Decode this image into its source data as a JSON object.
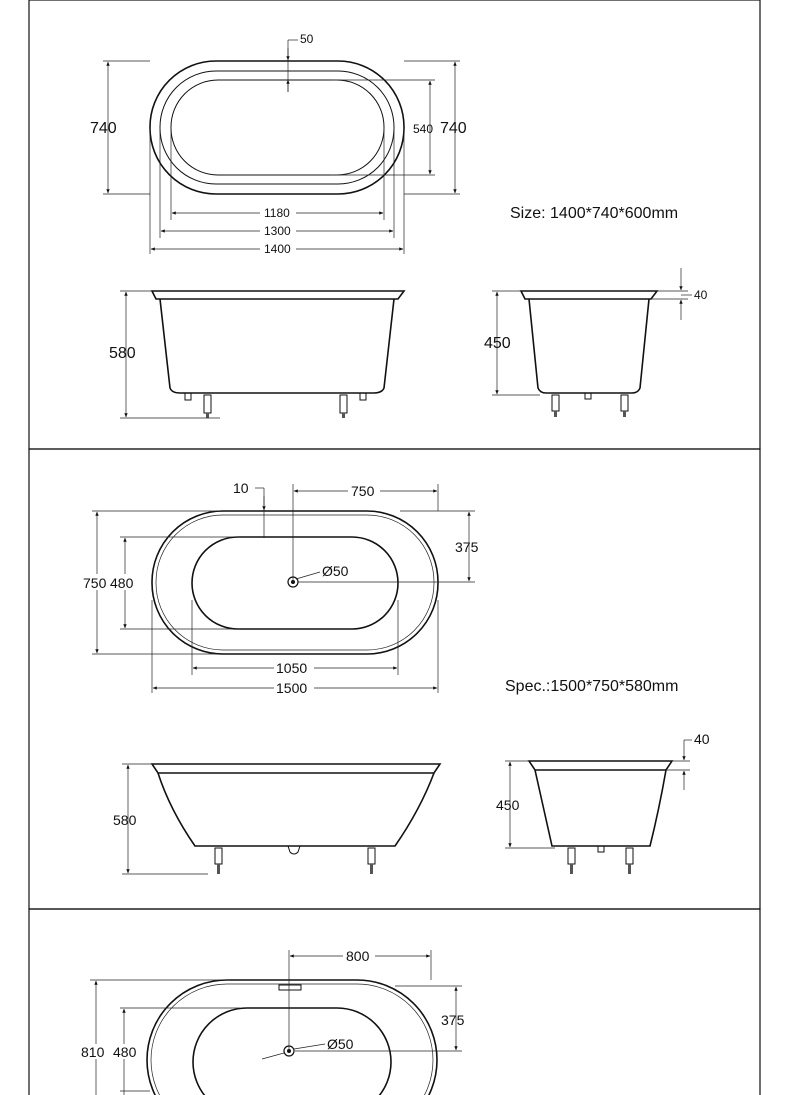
{
  "colors": {
    "line": "#111111",
    "background": "#ffffff",
    "leg": "#555555"
  },
  "panel1": {
    "size_label": "Size: 1400*740*600mm",
    "top": {
      "d50": "50",
      "d740_left": "740",
      "d540": "540",
      "d740_right": "740",
      "d1180": "1180",
      "d1300": "1300",
      "d1400": "1400"
    },
    "front": {
      "height": "580"
    },
    "side": {
      "height": "450",
      "rim": "40"
    }
  },
  "panel2": {
    "size_label": "Spec.:1500*750*580mm",
    "top": {
      "d10": "10",
      "d750_top": "750",
      "d375": "375",
      "drain": "Ø50",
      "d750_left": "750",
      "d480": "480",
      "d1050": "1050",
      "d1500": "1500"
    },
    "front": {
      "height": "580"
    },
    "side": {
      "height": "450",
      "rim": "40"
    }
  },
  "panel3": {
    "top": {
      "d800": "800",
      "d375": "375",
      "drain": "Ø50",
      "d810": "810",
      "d480": "480"
    }
  }
}
